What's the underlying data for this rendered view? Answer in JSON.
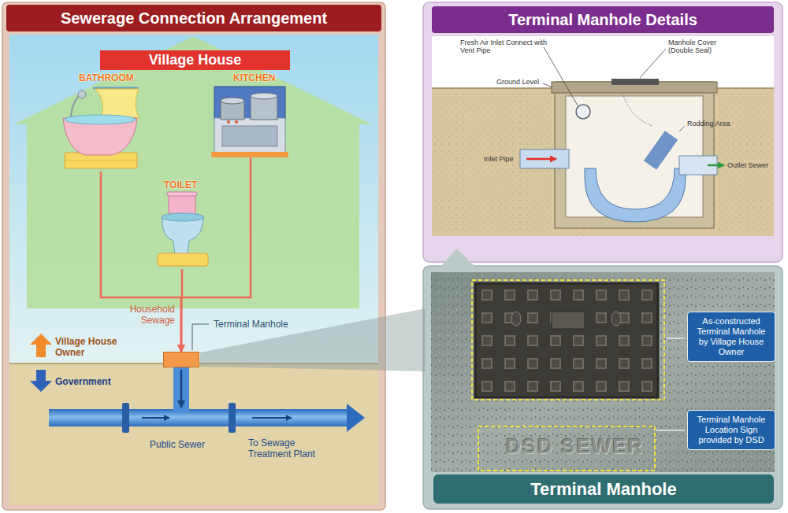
{
  "diagram": {
    "nodes": [
      {
        "text": [
          "Sewerage Connection Arrangement"
        ]
      },
      {
        "text": [
          "Village House"
        ],
        "in": 0
      },
      {
        "text": [
          "BATHROOM"
        ],
        "in": 1
      },
      {
        "text": [
          "KITCHEN"
        ],
        "in": 1
      },
      {
        "text": [
          "TOILET"
        ],
        "in": 1
      },
      {
        "text": [
          "Terminal Manhole"
        ],
        "in": 0
      },
      {
        "text": [
          "Public Sewer",
          "To Sewage Treatment Plant"
        ],
        "in": 0
      },
      {
        "text": [
          "Terminal Manhole Details"
        ]
      },
      {
        "text": [
          "Terminal Manhole"
        ]
      },
      {
        "text": [
          "As-constructed Terminal Manhole by Village House Owner"
        ],
        "in": 8
      },
      {
        "text": [
          "Terminal Manhole Location Sign provided by DSD"
        ],
        "in": 8
      }
    ],
    "edges": [
      {
        "from": 2,
        "to": 5,
        "arrow": "to"
      },
      {
        "from": 3,
        "to": 5,
        "arrow": "to"
      },
      {
        "from": 4,
        "to": 5,
        "arrow": "to"
      },
      {
        "from": 5,
        "to": 6,
        "arrow": "to"
      }
    ],
    "labels": [
      "Household Sewage",
      "Village House Owner",
      "Government",
      "Fresh Air Inlet Connect with Vent Pipe",
      "Manhole Cover (Double Seal)",
      "Ground Level",
      "Rodding Area",
      "Inlet Pipe",
      "Outlet Sewer",
      "DSD SEWER"
    ]
  }
}
